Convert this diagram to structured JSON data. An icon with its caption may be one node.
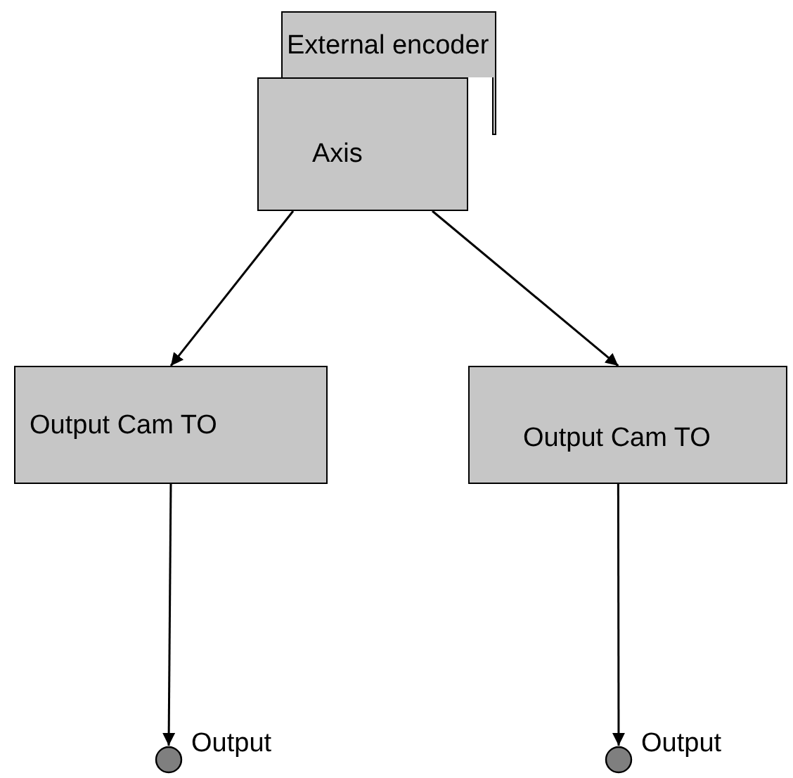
{
  "diagram": {
    "nodes": [
      {
        "text": [
          "External encoder"
        ]
      },
      {
        "text": [
          "Axis"
        ]
      },
      {
        "text": [
          "Output Cam TO"
        ]
      },
      {
        "text": [
          "Output Cam TO"
        ]
      },
      {
        "text": [],
        "shape": "circle",
        "beside": [
          "Output"
        ]
      },
      {
        "text": [],
        "shape": "circle",
        "beside": [
          "Output"
        ]
      }
    ],
    "edges": [
      {
        "from": 1,
        "to": 2,
        "arrow": "to"
      },
      {
        "from": 1,
        "to": 3,
        "arrow": "to"
      },
      {
        "from": 2,
        "to": 4,
        "arrow": "to"
      },
      {
        "from": 3,
        "to": 5,
        "arrow": "to"
      }
    ]
  }
}
